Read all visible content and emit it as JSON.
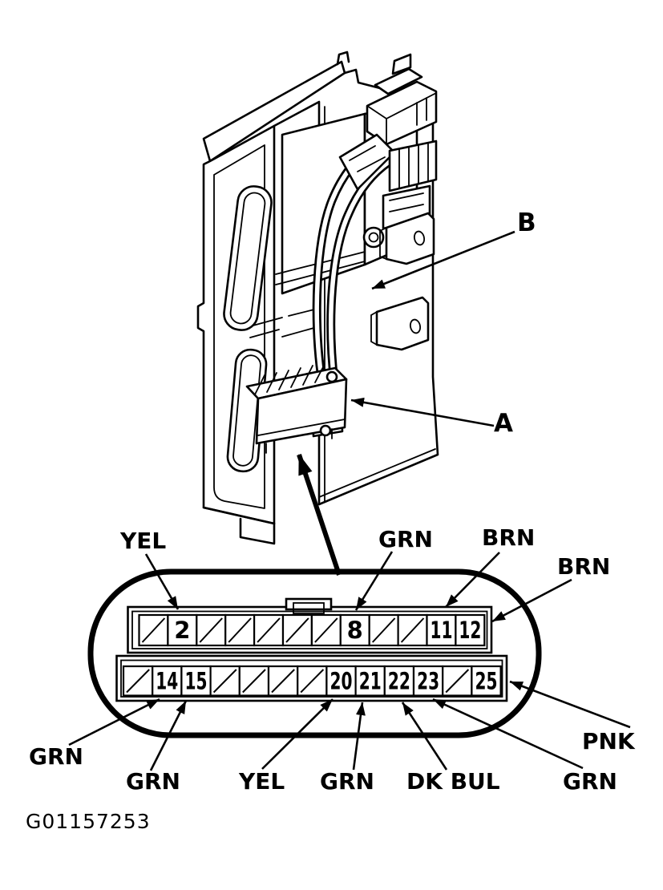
{
  "figure": {
    "id_code": "G01157253",
    "callout_a": "A",
    "callout_b": "B"
  },
  "connector": {
    "top_row_pins": [
      "",
      "2",
      "",
      "",
      "",
      "",
      "",
      "8",
      "",
      "",
      "11",
      "12"
    ],
    "bottom_row_pins": [
      "",
      "14",
      "15",
      "",
      "",
      "",
      "",
      "20",
      "21",
      "22",
      "23",
      "",
      "25"
    ],
    "labels": {
      "yel_top": "YEL",
      "grn_top": "GRN",
      "brn_top": "BRN",
      "brn_right": "BRN",
      "grn_bottom_left_1": "GRN",
      "grn_bottom_left_2": "GRN",
      "yel_bottom": "YEL",
      "grn_bottom_center": "GRN",
      "dk_bul_bottom": "DK BUL",
      "grn_bottom_right": "GRN",
      "pnk_right": "PNK"
    }
  }
}
